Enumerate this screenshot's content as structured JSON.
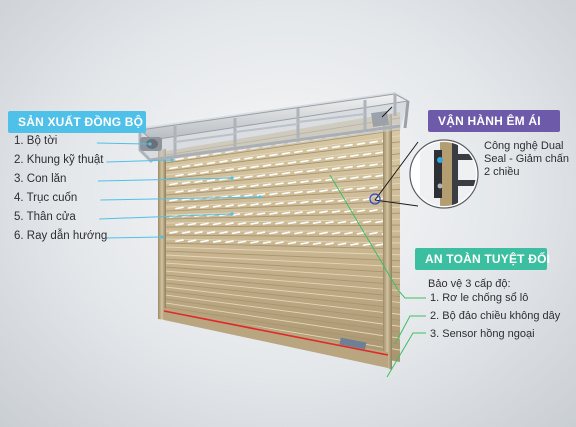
{
  "left_panel": {
    "title": "SẢN XUẤT ĐỒNG BỘ",
    "items": [
      "1. Bộ tời",
      "2. Khung kỹ thuật",
      "3. Con lăn",
      "4. Trục cuốn",
      "5. Thân cửa",
      "6. Ray dẫn hướng"
    ]
  },
  "top_right_panel": {
    "title": "VẬN HÀNH ÊM ÁI",
    "description_lines": [
      "Công nghệ Dual",
      "Seal - Giảm chấn",
      "2 chiều"
    ]
  },
  "bottom_right_panel": {
    "title": "AN TOÀN TUYỆT ĐỐI",
    "subtitle": "Bảo vệ 3 cấp độ:",
    "items": [
      "1. Rơ le chống sổ lô",
      "2. Bộ đảo chiều không dây",
      "3. Sensor hồng ngoại"
    ]
  },
  "colors": {
    "left_badge": "#4fc0e8",
    "top_right_badge": "#6d5aa8",
    "bottom_right_badge": "#3cbfa0",
    "leader_blue": "#4fc0e8",
    "leader_green": "#3cbf63",
    "door_slat": "#cdbb97",
    "bottom_sensor": "#e02a2a"
  }
}
